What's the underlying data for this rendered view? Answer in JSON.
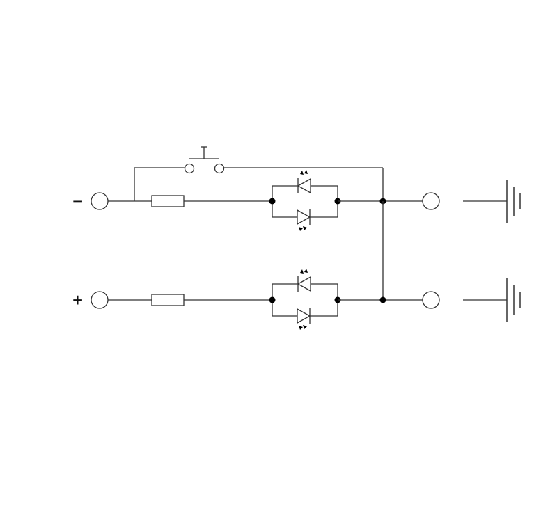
{
  "diagram": {
    "type": "circuit-schematic",
    "description": "LED indicator module with pushbutton test switch and earth/ground terminals",
    "colors": {
      "background": "#ffffff",
      "line": "#333333",
      "node": "#000000"
    },
    "terminals": [
      {
        "id": "in-minus",
        "label": "−",
        "polarity": "negative"
      },
      {
        "id": "in-plus",
        "label": "+",
        "polarity": "positive"
      },
      {
        "id": "out-top",
        "label": ""
      },
      {
        "id": "out-bottom",
        "label": ""
      }
    ],
    "components": [
      {
        "id": "S1",
        "type": "pushbutton-normally-open",
        "branch": "top"
      },
      {
        "id": "R1",
        "type": "resistor",
        "branch": "top"
      },
      {
        "id": "R2",
        "type": "resistor",
        "branch": "bottom"
      },
      {
        "id": "LED1",
        "type": "led",
        "branch": "top",
        "direction": "reverse"
      },
      {
        "id": "LED2",
        "type": "led",
        "branch": "top",
        "direction": "forward"
      },
      {
        "id": "LED3",
        "type": "led",
        "branch": "bottom",
        "direction": "reverse"
      },
      {
        "id": "LED4",
        "type": "led",
        "branch": "bottom",
        "direction": "forward"
      },
      {
        "id": "GND1",
        "type": "ground-earth",
        "branch": "top"
      },
      {
        "id": "GND2",
        "type": "ground-earth",
        "branch": "bottom"
      }
    ],
    "labels": {
      "minus": "−",
      "plus": "+"
    }
  }
}
